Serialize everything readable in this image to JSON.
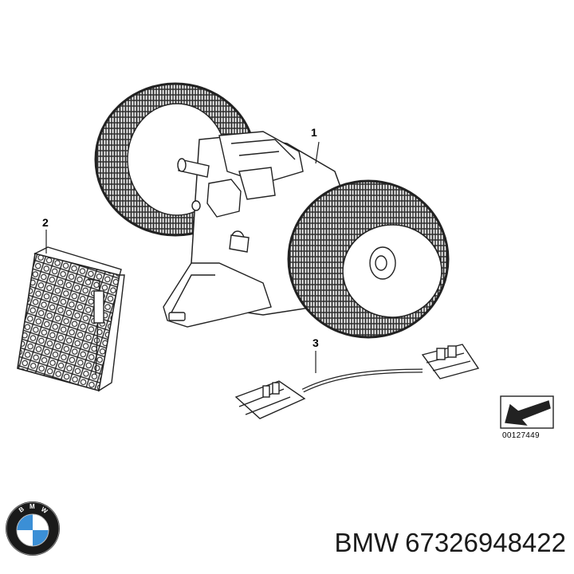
{
  "callouts": {
    "part1": "1",
    "part2": "2",
    "part3": "3"
  },
  "reference_code": "00127449",
  "caption": {
    "brand": "BMW",
    "part_number": "67326948422"
  },
  "logo": {
    "letters": [
      "B",
      "M",
      "W"
    ],
    "colors": {
      "ring": "#1a1a1a",
      "blue": "#3b8fd6",
      "white": "#ffffff"
    }
  },
  "icons": [
    "blower-motor-icon",
    "resistor-icon",
    "wiring-harness-icon",
    "orientation-arrow-icon",
    "bmw-logo-icon"
  ]
}
